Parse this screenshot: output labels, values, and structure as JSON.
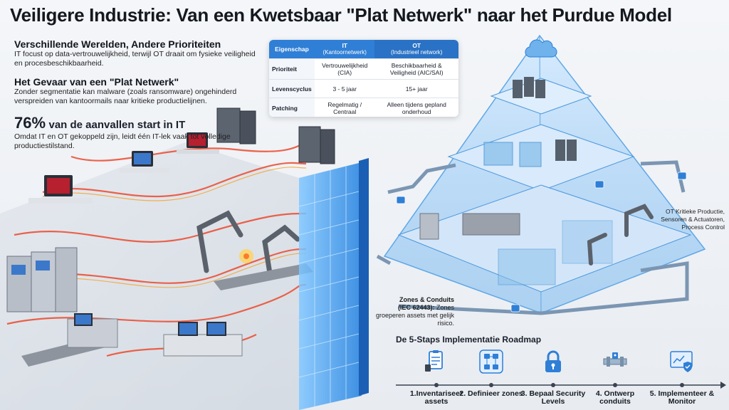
{
  "title": "Veiligere Industrie: Van een Kwetsbaar \"Plat Netwerk\" naar het Purdue Model",
  "sections": {
    "worlds": {
      "heading": "Verschillende Werelden, Andere Prioriteiten",
      "text": "IT focust op data-vertrouwelijkheid, terwijl OT draait om fysieke veiligheid en procesbeschikbaarheid."
    },
    "flat": {
      "heading": "Het Gevaar van een \"Plat Netwerk\"",
      "text": "Zonder segmentatie kan malware (zoals ransomware) ongehinderd verspreiden van kantoormails naar kritieke productielijnen."
    },
    "stat": {
      "value": "76%",
      "tail": "van de aanvallen start in IT",
      "text": "Omdat IT en OT gekoppeld zijn, leidt één IT-lek vaak tot volledige productiestilstand."
    }
  },
  "comparison": {
    "headers": {
      "property": "Eigenschap",
      "it": "IT",
      "it_sub": "(Kantoornetwerk)",
      "ot": "OT",
      "ot_sub": "(Industrieel network)"
    },
    "rows": [
      {
        "label": "Prioriteit",
        "it": "Vertrouwelijkheid (CIA)",
        "ot": "Beschikbaarheid & Veiligheid (AIC/SAI)"
      },
      {
        "label": "Levenscyclus",
        "it": "3 - 5 jaar",
        "ot": "15+ jaar"
      },
      {
        "label": "Patching",
        "it": "Regelmatig / Centraal",
        "ot": "Alleen tijdens gepland onderhoud"
      }
    ]
  },
  "ot_label": "OT Kritieke Productie, Sensoren & Actuatoren, Process Control",
  "zones": {
    "title": "Zones & Conduits",
    "standard": "(IEC 62443):",
    "text": "Zones groeperen assets met gelijk risico."
  },
  "roadmap": {
    "title": "De 5-Staps Implementatie Roadmap",
    "steps": [
      {
        "label": "1.Inventariseer assets",
        "icon": "clipboard-scanner-icon"
      },
      {
        "label": "2. Definieer zones",
        "icon": "network-zones-icon"
      },
      {
        "label": "3. Bepaal Security Levels",
        "icon": "padlock-icon"
      },
      {
        "label": "4. Ontwerp conduits",
        "icon": "pipe-conduit-icon"
      },
      {
        "label": "5. Implementeer & Monitor",
        "icon": "monitor-shield-icon"
      }
    ]
  },
  "colors": {
    "accent": "#2f7fd6",
    "threat": "#e8402a",
    "firewall": "#3aa0f0",
    "pyramid": "#8ec8f5"
  }
}
